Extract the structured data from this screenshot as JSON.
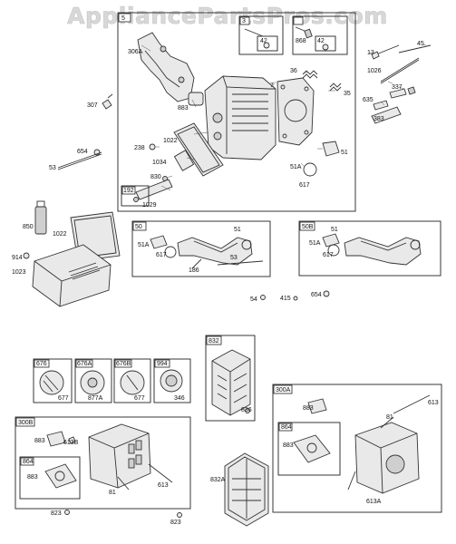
{
  "watermark": "AppliancePartsPros.com",
  "boxes": {
    "head_assembly": "5",
    "manifold_50": "50",
    "manifold_50b": "50B",
    "muffler_300a": "300A",
    "muffler_300b": "300B",
    "guard_832": "832",
    "deflector_676": "676",
    "deflector_676a": "676A",
    "deflector_676b": "676B",
    "deflector_994": "994",
    "kit_192": "192",
    "gasket_kit_864a": "864",
    "gasket_kit_864b": "864",
    "small_box_1": "3",
    "small_box_2": "42",
    "small_box_3": "42"
  },
  "labels": {
    "l_306a": "306A",
    "l_883a": "883",
    "l_7": "7",
    "l_36": "36",
    "l_35": "35",
    "l_868": "868",
    "l_1022a": "1022",
    "l_238": "238",
    "l_1034": "1034",
    "l_830": "830",
    "l_1029": "1029",
    "l_51a": "51",
    "l_51aa": "51A",
    "l_617a": "617",
    "l_13": "13",
    "l_45": "45",
    "l_1026": "1026",
    "l_337": "337",
    "l_635": "635",
    "l_383": "383",
    "l_307": "307",
    "l_654a": "654",
    "l_53a": "53",
    "l_850": "850",
    "l_1022b": "1022",
    "l_914": "914",
    "l_1023": "1023",
    "l_51b": "51",
    "l_51ab": "51A",
    "l_617b": "617",
    "l_186": "186",
    "l_53b": "53",
    "l_51c": "51",
    "l_51ac": "51A",
    "l_617c": "617",
    "l_54": "54",
    "l_415": "415",
    "l_654b": "654",
    "l_677a": "677",
    "l_877a": "877A",
    "l_677b": "677",
    "l_346": "346",
    "l_836": "836",
    "l_883b": "883",
    "l_613b": "613B",
    "l_883c": "883",
    "l_81a": "81",
    "l_613a_top": "613",
    "l_823a": "823",
    "l_832a": "832A",
    "l_823b": "823",
    "l_883d": "883",
    "l_613": "613",
    "l_81b": "81",
    "l_883e": "883",
    "l_613a": "613A"
  },
  "icons": [
    "cylinder-head",
    "rocker-cover",
    "exhaust-manifold",
    "muffler",
    "spark-arrestor-screen",
    "guard",
    "gasket",
    "bolt",
    "spring",
    "valve",
    "push-rod",
    "sealant-tube"
  ]
}
